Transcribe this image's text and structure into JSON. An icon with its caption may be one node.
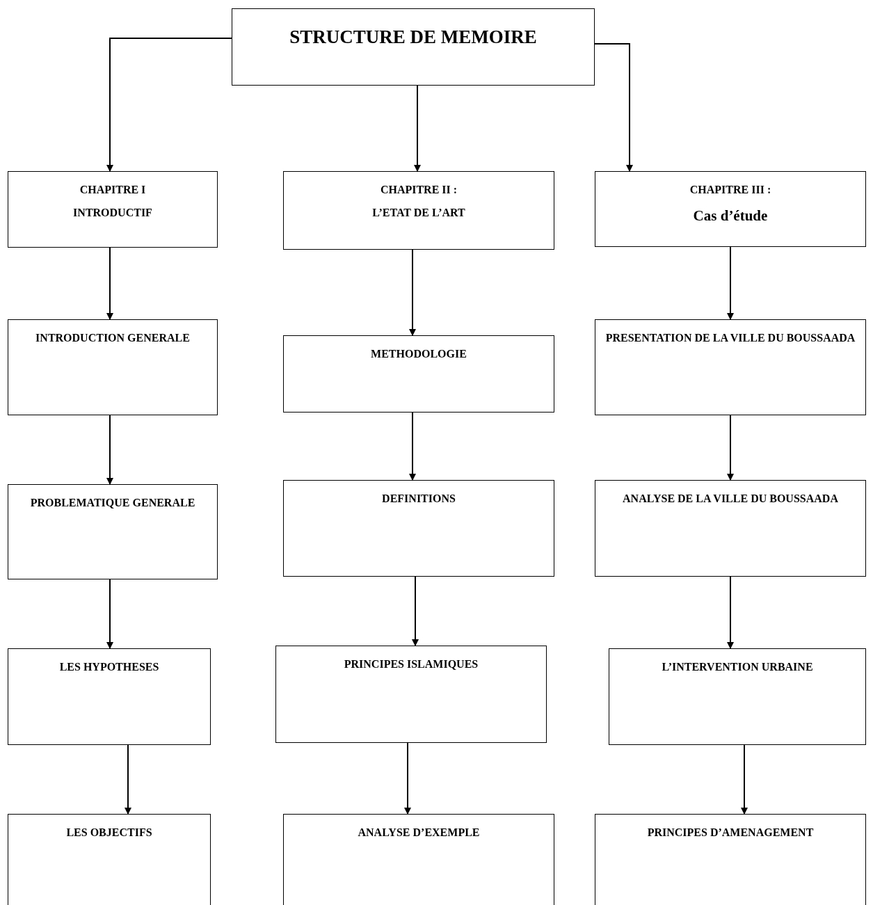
{
  "diagram": {
    "nodes": [
      {
        "text": [
          "STRUCTURE DE MEMOIRE"
        ]
      },
      {
        "text": [
          "CHAPITRE I",
          "INTRODUCTIF"
        ]
      },
      {
        "text": [
          "CHAPITRE II :",
          "L’ETAT DE L’ART"
        ]
      },
      {
        "text": [
          "CHAPITRE III :",
          "Cas d’étude"
        ]
      },
      {
        "text": [
          "INTRODUCTION GENERALE"
        ]
      },
      {
        "text": [
          "METHODOLOGIE"
        ]
      },
      {
        "text": [
          "PRESENTATION DE LA VILLE DU BOUSSAADA"
        ]
      },
      {
        "text": [
          "PROBLEMATIQUE GENERALE"
        ]
      },
      {
        "text": [
          "DEFINITIONS"
        ]
      },
      {
        "text": [
          "ANALYSE DE LA VILLE DU BOUSSAADA"
        ]
      },
      {
        "text": [
          "LES HYPOTHESES"
        ]
      },
      {
        "text": [
          "PRINCIPES ISLAMIQUES"
        ]
      },
      {
        "text": [
          "L’INTERVENTION URBAINE"
        ]
      },
      {
        "text": [
          "LES OBJECTIFS"
        ]
      },
      {
        "text": [
          "ANALYSE D’EXEMPLE"
        ]
      },
      {
        "text": [
          "PRINCIPES D’AMENAGEMENT"
        ]
      }
    ],
    "edges": [
      {
        "from": 0,
        "to": 1,
        "arrow": "to"
      },
      {
        "from": 0,
        "to": 2,
        "arrow": "to"
      },
      {
        "from": 0,
        "to": 3,
        "arrow": "to"
      },
      {
        "from": 1,
        "to": 4,
        "arrow": "to"
      },
      {
        "from": 4,
        "to": 7,
        "arrow": "to"
      },
      {
        "from": 7,
        "to": 10,
        "arrow": "to"
      },
      {
        "from": 10,
        "to": 13,
        "arrow": "to"
      },
      {
        "from": 2,
        "to": 5,
        "arrow": "to"
      },
      {
        "from": 5,
        "to": 8,
        "arrow": "to"
      },
      {
        "from": 8,
        "to": 11,
        "arrow": "to"
      },
      {
        "from": 11,
        "to": 14,
        "arrow": "to"
      },
      {
        "from": 3,
        "to": 6,
        "arrow": "to"
      },
      {
        "from": 6,
        "to": 9,
        "arrow": "to"
      },
      {
        "from": 9,
        "to": 12,
        "arrow": "to"
      },
      {
        "from": 12,
        "to": 15,
        "arrow": "to"
      }
    ]
  }
}
